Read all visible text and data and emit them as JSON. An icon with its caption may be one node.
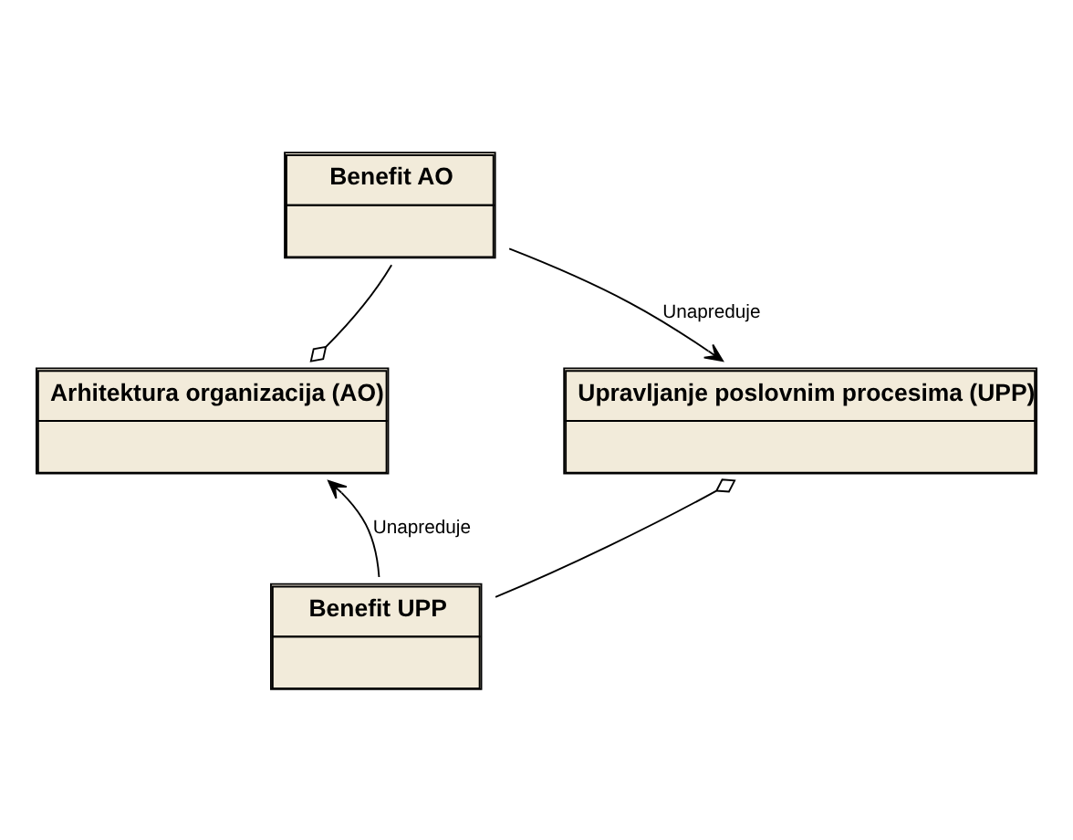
{
  "diagram": {
    "nodes": [
      {
        "text": [
          "Benefit AO"
        ]
      },
      {
        "text": [
          "Arhitektura organizacija (AO)"
        ]
      },
      {
        "text": [
          "Upravljanje poslovnim procesima (UPP)"
        ]
      },
      {
        "text": [
          "Benefit UPP"
        ]
      }
    ],
    "edges": [
      {
        "from": 0,
        "to": 1,
        "arrow": "other"
      },
      {
        "from": 0,
        "to": 2,
        "arrow": "to",
        "label": "Unapreduje"
      },
      {
        "from": 3,
        "to": 2,
        "arrow": "other"
      },
      {
        "from": 3,
        "to": 1,
        "arrow": "to",
        "label": "Unapreduje"
      }
    ]
  }
}
